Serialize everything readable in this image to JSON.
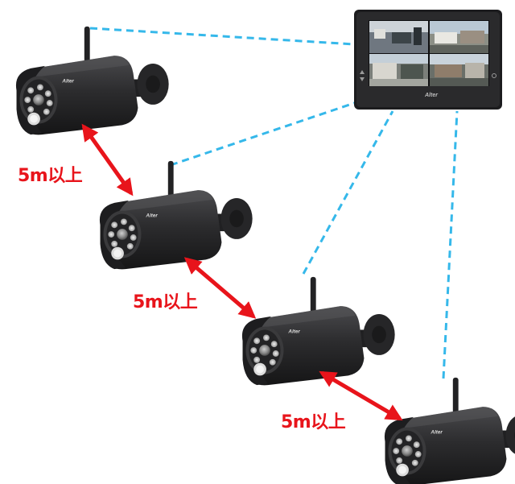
{
  "monitor": {
    "brand": "Alter",
    "screen_tiles": [
      "camera-feed-1",
      "camera-feed-2",
      "camera-feed-3",
      "camera-feed-4"
    ]
  },
  "cameras": [
    {
      "id": "camera-1",
      "brand": "Alter"
    },
    {
      "id": "camera-2",
      "brand": "Alter"
    },
    {
      "id": "camera-3",
      "brand": "Alter"
    },
    {
      "id": "camera-4",
      "brand": "Alter"
    }
  ],
  "distance_labels": [
    "5m以上",
    "5m以上",
    "5m以上"
  ],
  "colors": {
    "wireless_link": "#35b8ea",
    "distance_arrow": "#e8141b",
    "device_body": "#2a2a2c",
    "background": "#ffffff"
  }
}
